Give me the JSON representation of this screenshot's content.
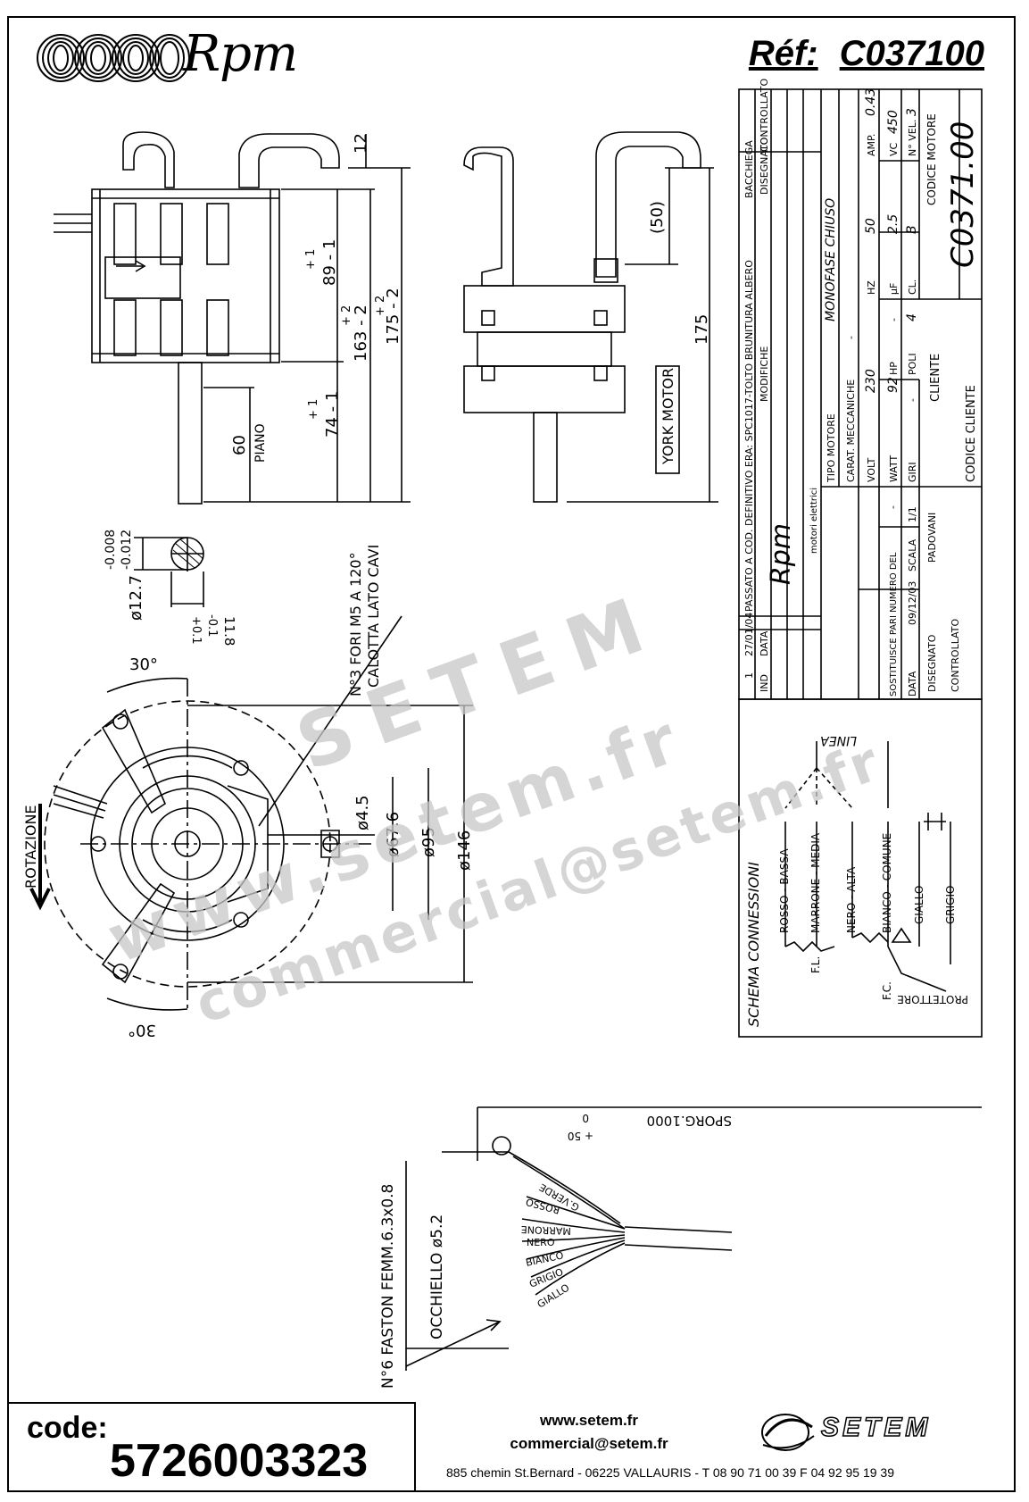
{
  "header": {
    "brand": "Rpm",
    "ref_label": "Réf:",
    "ref_value": "C037100"
  },
  "dimensions": {
    "d12": "12",
    "d89": "89 - 1",
    "d89_tol": "+ 1",
    "d163": "163 - 2",
    "d163_tol": "+ 2",
    "d175": "175 - 2",
    "d175_tol": "+ 2",
    "d74": "74 - 1",
    "d74_tol": "+ 1",
    "d60": "60",
    "piano": "PIANO",
    "d50": "(50)",
    "d175b": "175",
    "york_motor": "YORK MOTOR",
    "shaft_tol_top": "-0.008",
    "shaft_tol_bot": "-0.012",
    "shaft_dia": "ø12.7",
    "flat": "11.8",
    "flat_tol_top": "-0.1",
    "flat_tol_bot": "+0.1",
    "fori_line1": "N°3 FORI M5 A 120°",
    "fori_line2": "CALOTTA LATO CAVI",
    "angle_top": "30°",
    "angle_bottom": "30°",
    "rotazione": "ROTAZIONE",
    "d4_5": "ø4.5",
    "d67_6": "ø67.6",
    "d95": "ø95",
    "d146": "ø146"
  },
  "title_block": {
    "rev_row1_ind": "1",
    "rev_row1_date": "27/01/04",
    "rev_row1_desc": "PASSATO A COD. DEFINITIVO ERA: SPC1017-TOLTO BRUNITURA ALBERO",
    "rev_row1_by": "BACCHIEGA",
    "ind_label": "IND",
    "data_label": "DATA",
    "modifiche_label": "MODIFICHE",
    "disegnato_label": "DISEGNATO",
    "controllato_label": "CONTROLLATO",
    "rpm_small": "Rpm",
    "motori_elettrici": "motori elettrici",
    "tipo_motore_label": "TIPO MOTORE",
    "tipo_motore_value": "MONOFASE CHIUSO",
    "carat_label": "CARAT. MECCANICHE",
    "carat_value": "-",
    "volt_label": "VOLT",
    "volt_value": "230",
    "hz_label": "HZ",
    "hz_value": "50",
    "amp_label": "AMP.",
    "amp_value": "0.43",
    "watt_label": "WATT",
    "watt_value": "92",
    "hp_label": "HP",
    "hp_value": "-",
    "uf_label": "µF",
    "uf_value": "2.5",
    "vc_label": "VC",
    "vc_value": "450",
    "giri_label": "GIRI",
    "giri_value": "-",
    "poli_label": "POLI",
    "poli_value": "4",
    "cl_label": "CL.",
    "cl_value": "B",
    "nvel_label": "N° VEL.",
    "nvel_value": "3",
    "cliente_label": "CLIENTE",
    "codice_cliente_label": "CODICE CLIENTE",
    "codice_motore_label": "CODICE MOTORE",
    "codice_motore_value": "C0371.00",
    "sostituisce_label": "SOSTITUISCE PARI NUMERO DEL",
    "sostituisce_value": "-",
    "data2_label": "DATA",
    "data2_value": "09/12/03",
    "scala_label": "SCALA",
    "scala_value": "1/1",
    "disegnato2_label": "DISEGNATO",
    "disegnato2_value": "PADOVANI",
    "controllato2_label": "CONTROLLATO"
  },
  "schema": {
    "title": "SCHEMA CONNESSIONI",
    "linea": "LINEA",
    "w1": "ROSSO - BASSA",
    "w2": "MARRONE - MEDIA",
    "w3": "NERO - ALTA",
    "w4": "BIANCO - COMUNE",
    "w5": "GIALLO",
    "w6": "GRIGIO",
    "fl": "F.L.",
    "fc": "F.C.",
    "protettore": "PROTETTORE"
  },
  "cable": {
    "sporg": "SPORG.1000",
    "sporg_tol1": "0",
    "sporg_tol2": "+ 50",
    "occhiello": "OCCHIELLO ø5.2",
    "faston": "N°6 FASTON FEMM.6.3x0.8",
    "gv": "G.VERDE",
    "rosso": "ROSSO",
    "marrone": "MARRONE",
    "nero": "NERO",
    "bianco": "BIANCO",
    "grigio": "GRIGIO",
    "giallo": "GIALLO"
  },
  "footer": {
    "code_label": "code:",
    "code_value": "5726003323",
    "web": "www.setem.fr",
    "email": "commercial@setem.fr",
    "address": "885 chemin St.Bernard  -  06225 VALLAURIS  -  T 08 90 71 00 39   F 04 92 95 19 39",
    "setem": "SETEM"
  },
  "watermark": {
    "line1": "www.setem.fr",
    "line2": "SETEM",
    "line3": "commercial@setem.fr"
  }
}
